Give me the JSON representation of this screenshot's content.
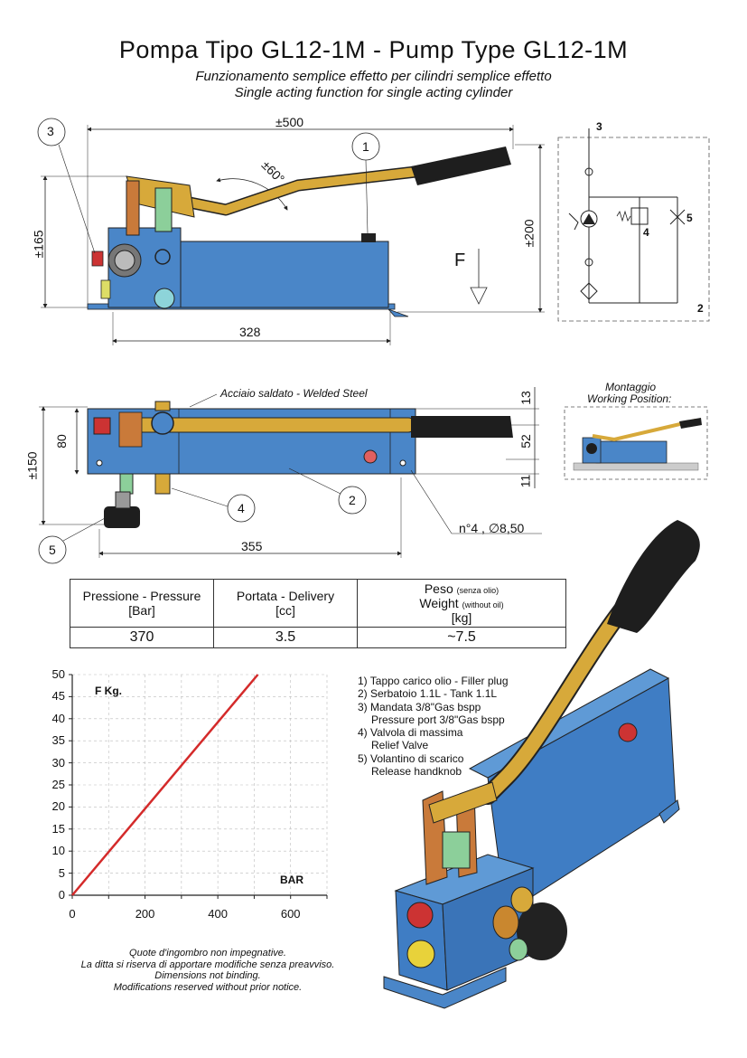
{
  "header": {
    "title": "Pompa Tipo GL12-1M - Pump Type GL12-1M",
    "subtitle_it": "Funzionamento semplice effetto per cilindri semplice effetto",
    "subtitle_en": "Single acting function for single acting cylinder"
  },
  "side_view": {
    "dim_length": "±500",
    "dim_height": "±165",
    "dim_tank_len": "328",
    "dim_total_height": "±200",
    "angle": "±60°",
    "force": "F",
    "callout_1": "1",
    "callout_3": "3"
  },
  "schematic": {
    "port_3": "3",
    "port_4": "4",
    "port_5": "5",
    "port_2": "2"
  },
  "top_view": {
    "material": "Acciaio saldato - Welded Steel",
    "dim_80": "80",
    "dim_150": "±150",
    "dim_13": "13",
    "dim_52": "52",
    "dim_11": "11",
    "dim_355": "355",
    "holes": "n°4 , ∅8,50",
    "callout_2": "2",
    "callout_4": "4",
    "callout_5": "5"
  },
  "mounting": {
    "label_it": "Montaggio",
    "label_en": "Working Position:"
  },
  "specs": {
    "pressure_header": "Pressione - Pressure",
    "pressure_unit": "[Bar]",
    "delivery_header": "Portata - Delivery",
    "delivery_unit": "[cc]",
    "weight_header_it": "Peso",
    "weight_note_it": "(senza olio)",
    "weight_header_en": "Weight",
    "weight_note_en": "(without oil)",
    "weight_unit": "[kg]",
    "pressure_value": "370",
    "delivery_value": "3.5",
    "weight_value": "~7.5"
  },
  "legend": [
    "1) Tappo carico olio - Filler plug",
    "2) Serbatoio 1.1L - Tank 1.1L",
    "3) Mandata 3/8\"Gas bspp",
    "    Pressure port 3/8\"Gas bspp",
    "4) Valvola di massima",
    "    Relief Valve",
    "5) Volantino di scarico",
    "    Release handknob"
  ],
  "disclaimer": [
    "Quote d'ingombro non impegnative.",
    "La ditta si riserva di apportare modifiche senza preavviso.",
    "Dimensions not binding.",
    "Modifications reserved  without prior notice."
  ],
  "chart_data": {
    "type": "line",
    "ylabel": "F Kg.",
    "xlabel": "BAR",
    "xlim": [
      0,
      700
    ],
    "ylim": [
      0,
      50
    ],
    "x_ticks": [
      0,
      200,
      400,
      600
    ],
    "y_ticks": [
      0,
      5,
      10,
      15,
      20,
      25,
      30,
      35,
      40,
      45,
      50
    ],
    "grid": true,
    "series": [
      {
        "x": [
          0,
          510
        ],
        "y": [
          0,
          50
        ],
        "color": "#d42a2a"
      }
    ]
  },
  "colors": {
    "body_blue": "#4a86c8",
    "handle_gold": "#d7a93a",
    "grip_black": "#1e1e1e",
    "line_red": "#d42a2a"
  }
}
